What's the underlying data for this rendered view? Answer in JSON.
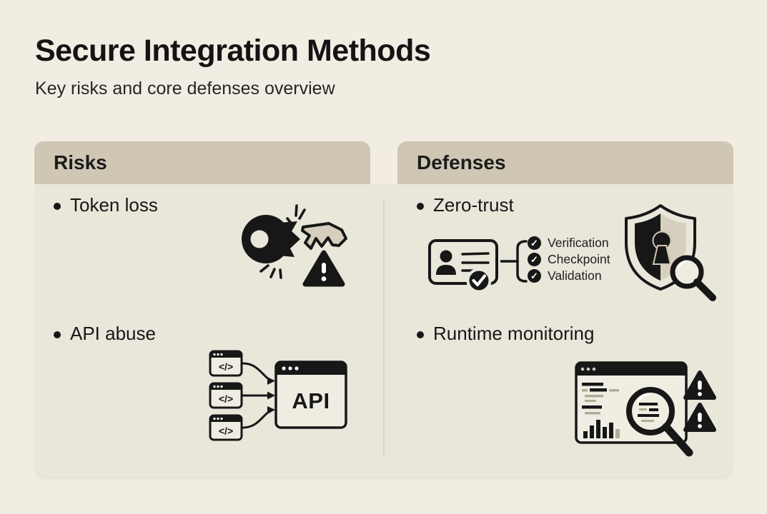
{
  "colors": {
    "background": "#f2ede3",
    "panel": "#e9e6da",
    "column_header": "#cfc7b4",
    "ink": "#171717",
    "tan_accent": "#d7cfbe"
  },
  "header": {
    "title": "Secure Integration Methods",
    "subtitle": "Key risks and core defenses overview"
  },
  "risks_column": {
    "header": "Risks",
    "items": [
      {
        "label": "Token loss",
        "icon": "broken-key-with-warning"
      },
      {
        "label": "API abuse",
        "icon": "clients-flooding-api"
      }
    ],
    "api_icon": {
      "window_label": "API",
      "client_glyph": "</>"
    }
  },
  "defenses_column": {
    "header": "Defenses",
    "items": [
      {
        "label": "Zero-trust",
        "icon": "id-card-checklist-shield"
      },
      {
        "label": "Runtime monitoring",
        "icon": "dashboard-magnifier-alerts"
      }
    ],
    "zero_trust_checklist": [
      "Verification",
      "Checkpoint",
      "Validation"
    ]
  },
  "icons": {
    "check_glyph": "✓"
  }
}
